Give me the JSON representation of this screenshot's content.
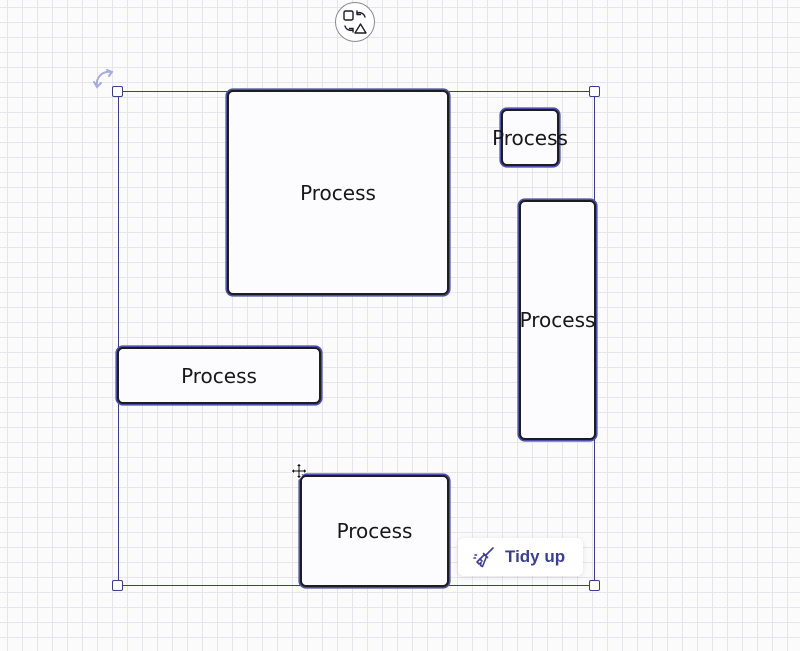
{
  "canvas": {
    "nodes": [
      {
        "id": "n1",
        "label": "Process"
      },
      {
        "id": "n2",
        "label": "Process"
      },
      {
        "id": "n3",
        "label": "Process"
      },
      {
        "id": "n4",
        "label": "Process"
      },
      {
        "id": "n5",
        "label": "Process"
      }
    ]
  },
  "toolbar": {
    "tidy_label": "Tidy up",
    "tidy_icon": "broom-icon",
    "shape_switcher_icon": "shapes-swap-icon",
    "rotate_icon": "rotate-icon",
    "move_cursor_icon": "move-cursor-icon"
  },
  "colors": {
    "selection": "#3b3d86",
    "node_border": "#1c1c24",
    "node_outline": "#4e4fa6",
    "accent_text": "#3b3e91",
    "grid": "#e6e6ea"
  }
}
